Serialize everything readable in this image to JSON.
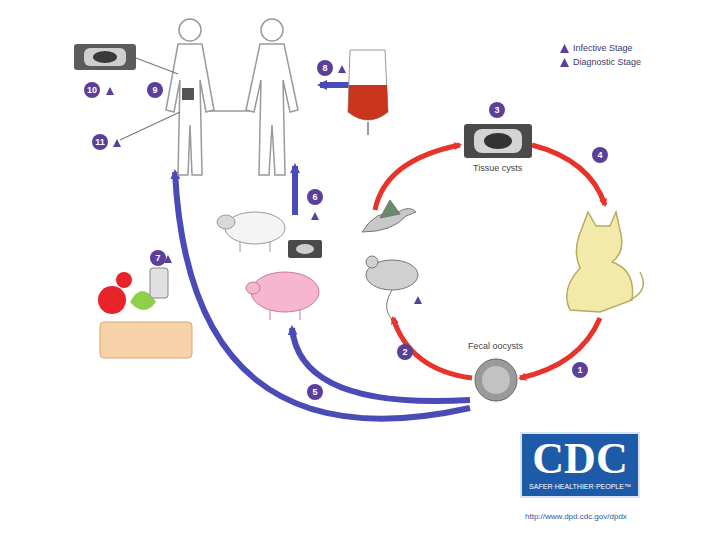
{
  "diagram": {
    "nodes": [
      {
        "text": [
          "CDC",
          "SAFER·HEALTHIER·PEOPLE™"
        ]
      }
    ],
    "labels": [
      "Tissue cysts",
      "Fecal oocysts",
      "1",
      "2",
      "3",
      "4",
      "5",
      "6",
      "7",
      "8",
      "9",
      "10",
      "11",
      "http://www.dpd.cdc.gov/dpdx"
    ],
    "legend": [
      {
        "text": "Infective Stage"
      },
      {
        "text": "Diagnostic Stage"
      }
    ]
  }
}
